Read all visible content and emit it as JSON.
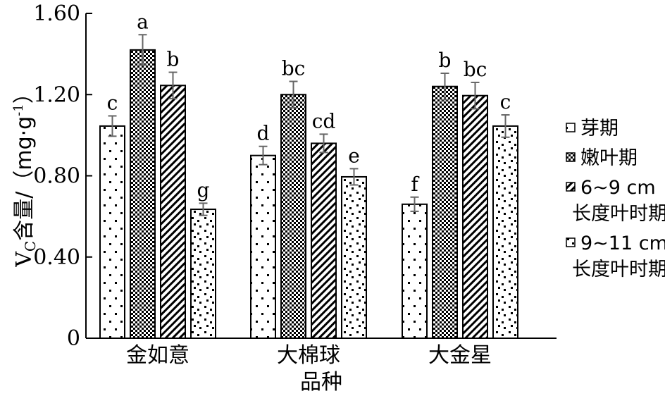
{
  "chart_data": {
    "type": "bar",
    "xlabel": "品种",
    "ylabel_main": "V",
    "ylabel_sub": "C",
    "ylabel_rest": "含量/（mg·g",
    "ylabel_sup": "-1",
    "ylabel_end": "）",
    "ylim": [
      0,
      1.6
    ],
    "yticks": [
      "0",
      "0.40",
      "0.80",
      "1.20",
      "1.60"
    ],
    "ytick_values": [
      0,
      0.4,
      0.8,
      1.2,
      1.6
    ],
    "categories": [
      "金如意",
      "大棉球",
      "大金星"
    ],
    "series": [
      {
        "name": "芽期",
        "pattern": "dots",
        "values": [
          1.045,
          0.9,
          0.66
        ],
        "errors": [
          0.05,
          0.045,
          0.035
        ],
        "labels": [
          "c",
          "d",
          "f"
        ]
      },
      {
        "name": "嫩叶期",
        "pattern": "checker",
        "values": [
          1.42,
          1.2,
          1.24
        ],
        "errors": [
          0.075,
          0.065,
          0.065
        ],
        "labels": [
          "a",
          "bc",
          "b"
        ]
      },
      {
        "name": "6~9 cm长度叶时期",
        "name_line1": "6~9 cm",
        "name_line2": "长度叶时期",
        "pattern": "diagonal",
        "values": [
          1.245,
          0.96,
          1.195
        ],
        "errors": [
          0.065,
          0.045,
          0.065
        ],
        "labels": [
          "b",
          "cd",
          "bc"
        ]
      },
      {
        "name": "9~11 cm长度叶时期",
        "name_line1": "9~11 cm",
        "name_line2": "长度叶时期",
        "pattern": "scatter",
        "values": [
          0.635,
          0.795,
          1.045
        ],
        "errors": [
          0.03,
          0.04,
          0.055
        ],
        "labels": [
          "g",
          "e",
          "c"
        ]
      }
    ],
    "legend_position": "right",
    "grid": false
  }
}
